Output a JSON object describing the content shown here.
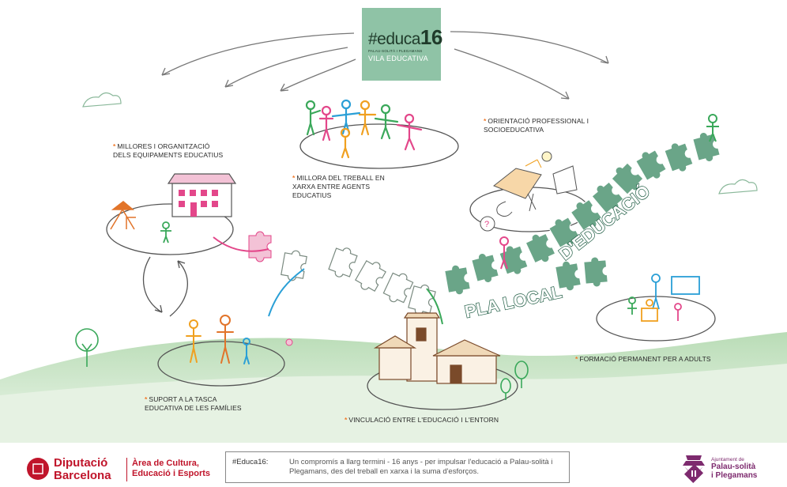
{
  "logo": {
    "brand": "#educa",
    "number": "16",
    "subtitle": "PALAU-SOLITÀ I PLEGAMANS",
    "tagline": "VILA EDUCATIVA"
  },
  "labels": [
    {
      "id": "millores",
      "text": "MILLORES I ORGANITZACIÓ DELS EQUIPAMENTS EDUCATIUS"
    },
    {
      "id": "treball",
      "text": "MILLORA DEL TREBALL EN XARXA ENTRE AGENTS EDUCATIUS"
    },
    {
      "id": "orientacio",
      "text": "ORIENTACIÓ PROFESSIONAL I SOCIOEDUCATIVA"
    },
    {
      "id": "suport",
      "text": "SUPORT A LA TASCA EDUCATIVA DE LES FAMÍLIES"
    },
    {
      "id": "vinculacio",
      "text": "VINCULACIÓ ENTRE L'EDUCACIÓ I L'ENTORN"
    },
    {
      "id": "formacio",
      "text": "FORMACIÓ PERMANENT PER A ADULTS"
    }
  ],
  "path_text": {
    "line1": "PLA LOCAL",
    "line2": "D'EDUCACIÓ"
  },
  "footer": {
    "dip_line1": "Diputació",
    "dip_line2": "Barcelona",
    "area_line1": "Àrea de Cultura,",
    "area_line2": "Educació i Esports",
    "hashtag": "#Educa16:",
    "tagline": "Un compromís a llarg termini - 16 anys - per impulsar l'educació a Palau-solità i Plegamans, des del treball en xarxa i la suma d'esforços.",
    "ajunt_small": "Ajuntament de",
    "ajunt_line1": "Palau-solità",
    "ajunt_line2": "i Plegamans"
  },
  "colors": {
    "green": "#8fc3a6",
    "dark_green": "#4f7d64",
    "red": "#c0152b",
    "purple": "#7d2a6e",
    "accent_orange": "#f07a2a"
  }
}
